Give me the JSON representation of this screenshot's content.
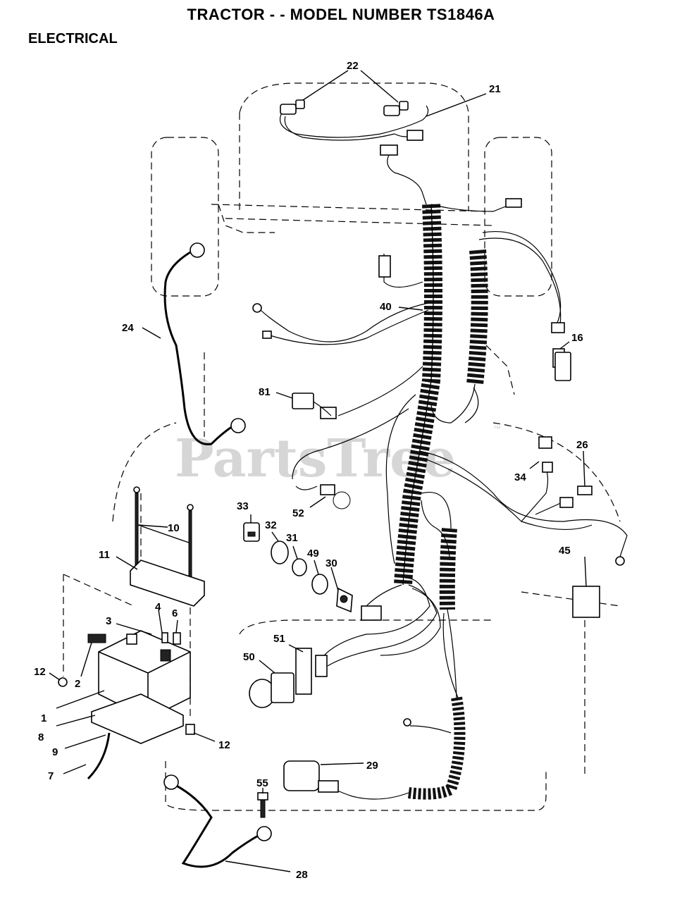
{
  "header": {
    "title": "TRACTOR - - MODEL NUMBER TS1846A",
    "section": "ELECTRICAL"
  },
  "watermark": {
    "text": "PartsTree",
    "mark": "™"
  },
  "callouts": {
    "c1": "1",
    "c2": "2",
    "c3": "3",
    "c4": "4",
    "c6": "6",
    "c7": "7",
    "c8": "8",
    "c9": "9",
    "c10": "10",
    "c11": "11",
    "c12a": "12",
    "c12b": "12",
    "c16": "16",
    "c21": "21",
    "c22": "22",
    "c24": "24",
    "c26": "26",
    "c28": "28",
    "c29": "29",
    "c30": "30",
    "c31": "31",
    "c32": "32",
    "c33": "33",
    "c34": "34",
    "c40": "40",
    "c45": "45",
    "c49": "49",
    "c50": "50",
    "c51": "51",
    "c52": "52",
    "c55": "55",
    "c81": "81"
  },
  "colors": {
    "ink": "#000000",
    "watermark": "#cfcfcf",
    "background": "#ffffff"
  }
}
